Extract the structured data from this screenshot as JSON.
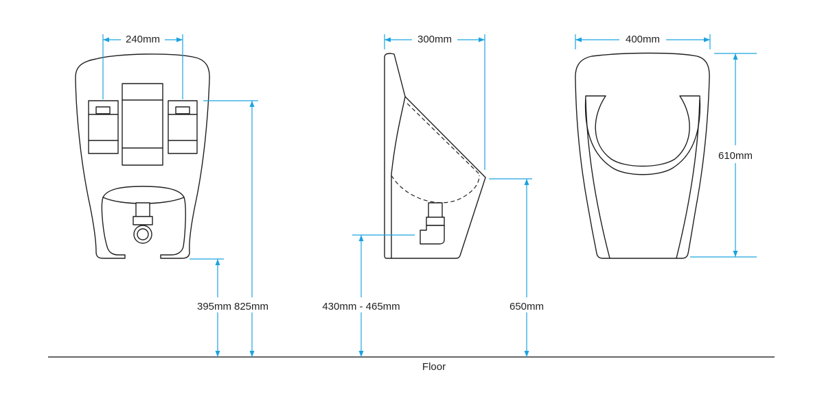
{
  "labels": {
    "width_front_fixings": "240mm",
    "depth_side": "300mm",
    "width_back": "400mm",
    "height_back": "610mm",
    "height_lower_front": "395mm",
    "height_top_fixing": "825mm",
    "height_waste": "430mm - 465mm",
    "height_rim": "650mm",
    "floor": "Floor"
  },
  "colors": {
    "dimension_line": "#1aa3e0",
    "outline": "#1f1f1f",
    "text": "#222222"
  }
}
